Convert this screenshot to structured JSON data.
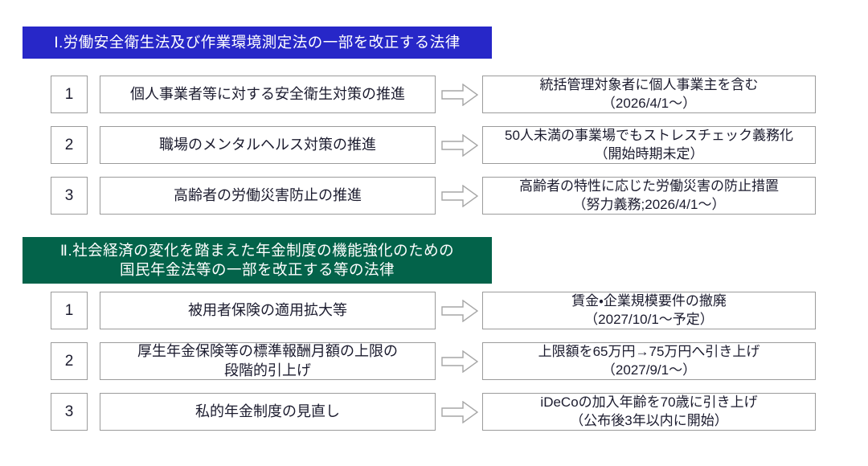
{
  "document": {
    "title": "労働安全衛生法・年金制度 改正法 概要図",
    "colors": {
      "section1_banner": "#2727c8",
      "section2_banner": "#03634a",
      "box_border": "#9b9b9b",
      "arrow_stroke": "#a6a6a6",
      "text": "#1b1b2e",
      "banner_text": "#ffffff"
    }
  },
  "sections": [
    {
      "banner_lines": [
        "Ⅰ.労働安全衛生法及び作業環境測定法の一部を改正する法律"
      ],
      "rows": [
        {
          "number": "1",
          "left_lines": [
            "個人事業者等に対する安全衛生対策の推進"
          ],
          "arrow": "right-arrow-icon",
          "right_lines": [
            "統括管理対象者に個人事業主を含む",
            "（2026/4/1〜）"
          ]
        },
        {
          "number": "2",
          "left_lines": [
            "職場のメンタルヘルス対策の推進"
          ],
          "arrow": "right-arrow-icon",
          "right_lines": [
            "50人未満の事業場でもストレスチェック義務化",
            "（開始時期未定）"
          ]
        },
        {
          "number": "3",
          "left_lines": [
            "高齢者の労働災害防止の推進"
          ],
          "arrow": "right-arrow-icon",
          "right_lines": [
            "高齢者の特性に応じた労働災害の防止措置",
            "（努力義務;2026/4/1〜）"
          ]
        }
      ]
    },
    {
      "banner_lines": [
        "Ⅱ.社会経済の変化を踏まえた年金制度の機能強化のための",
        "国民年金法等の一部を改正する等の法律"
      ],
      "rows": [
        {
          "number": "1",
          "left_lines": [
            "被用者保険の適用拡大等"
          ],
          "arrow": "right-arrow-icon",
          "right_lines": [
            "賃金・企業規模要件の撤廃",
            "（2027/10/1〜予定）"
          ]
        },
        {
          "number": "2",
          "left_lines": [
            "厚生年金保険等の標準報酬月額の上限の",
            "段階的引上げ"
          ],
          "arrow": "right-arrow-icon",
          "right_lines": [
            "上限額を65万円→75万円へ引き上げ",
            "（2027/9/1〜）"
          ]
        },
        {
          "number": "3",
          "left_lines": [
            "私的年金制度の見直し"
          ],
          "arrow": "right-arrow-icon",
          "right_lines": [
            "iDeCoの加入年齢を70歳に引き上げ",
            "（公布後3年以内に開始）"
          ]
        }
      ]
    }
  ]
}
